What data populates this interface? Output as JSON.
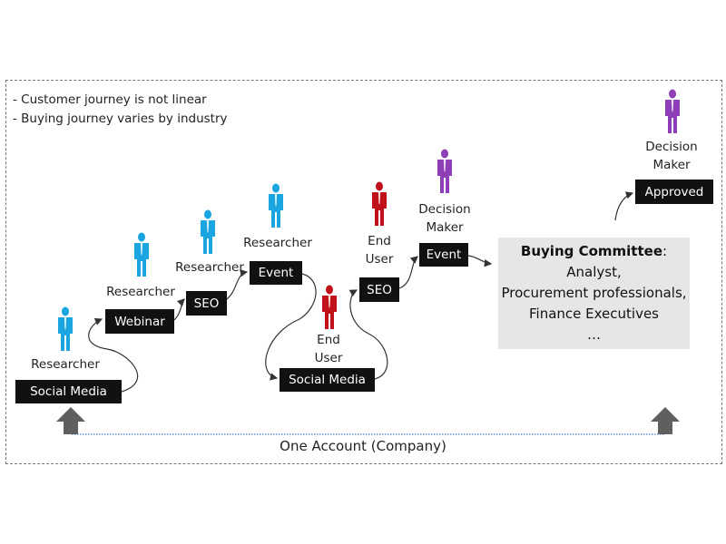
{
  "notes": [
    "- Customer journey is not linear",
    "- Buying journey varies by industry"
  ],
  "steps": [
    {
      "role": "Researcher",
      "channel": "Social Media"
    },
    {
      "role": "Researcher",
      "channel": "Webinar"
    },
    {
      "role": "Researcher",
      "channel": "SEO"
    },
    {
      "role": "Researcher",
      "channel": "Event"
    },
    {
      "role": "End User",
      "channel": "Social Media"
    },
    {
      "role": "End User",
      "channel": "SEO"
    },
    {
      "role": "Decision Maker",
      "channel": "Event"
    },
    {
      "role": "Decision Maker",
      "channel": "Approved"
    }
  ],
  "committee": {
    "title": "Buying Committee",
    "colon": ":",
    "members": [
      "Analyst,",
      "Procurement professionals,",
      "Finance Executives",
      "…"
    ]
  },
  "account_label": "One Account (Company)",
  "colors": {
    "researcher": "#1aa5e0",
    "end_user": "#c0101a",
    "decision_maker": "#8e3fb8",
    "channel_box": "#111111",
    "committee_bg": "#e6e6e6",
    "arrow": "#5f5f5f",
    "account_line": "#4a7fd0"
  },
  "icons": {
    "person": "person-icon",
    "up_arrow": "up-arrow-icon"
  }
}
